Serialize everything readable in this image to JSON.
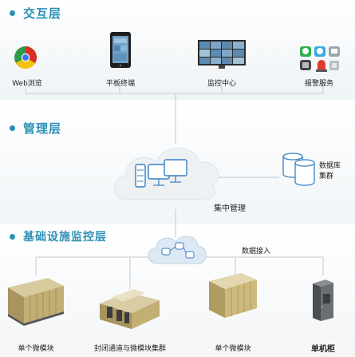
{
  "layers": {
    "interaction": "交互层",
    "management": "管理层",
    "infrastructure": "基础设施监控层"
  },
  "interaction_nodes": {
    "web": "Web浏览",
    "tablet": "平板终端",
    "monitor": "监控中心",
    "alarm": "报警服务"
  },
  "management_nodes": {
    "central": "集中管理",
    "database_line1": "数据库",
    "database_line2": "集群"
  },
  "infrastructure_nodes": {
    "data_access": "数据接入",
    "micro1": "单个微模块",
    "aisle": "封闭通道与微模块集群",
    "micro2": "单个微模块",
    "cabinet": "单机柜"
  },
  "colors": {
    "accent": "#2b8fb5",
    "line": "#c9d3da",
    "chrome_red": "#d93025",
    "chrome_yellow": "#f4c20d",
    "chrome_green": "#2c9b4a",
    "chrome_blue": "#3b78e7",
    "module": "#b8a468",
    "cloud": "#e9eef2"
  }
}
